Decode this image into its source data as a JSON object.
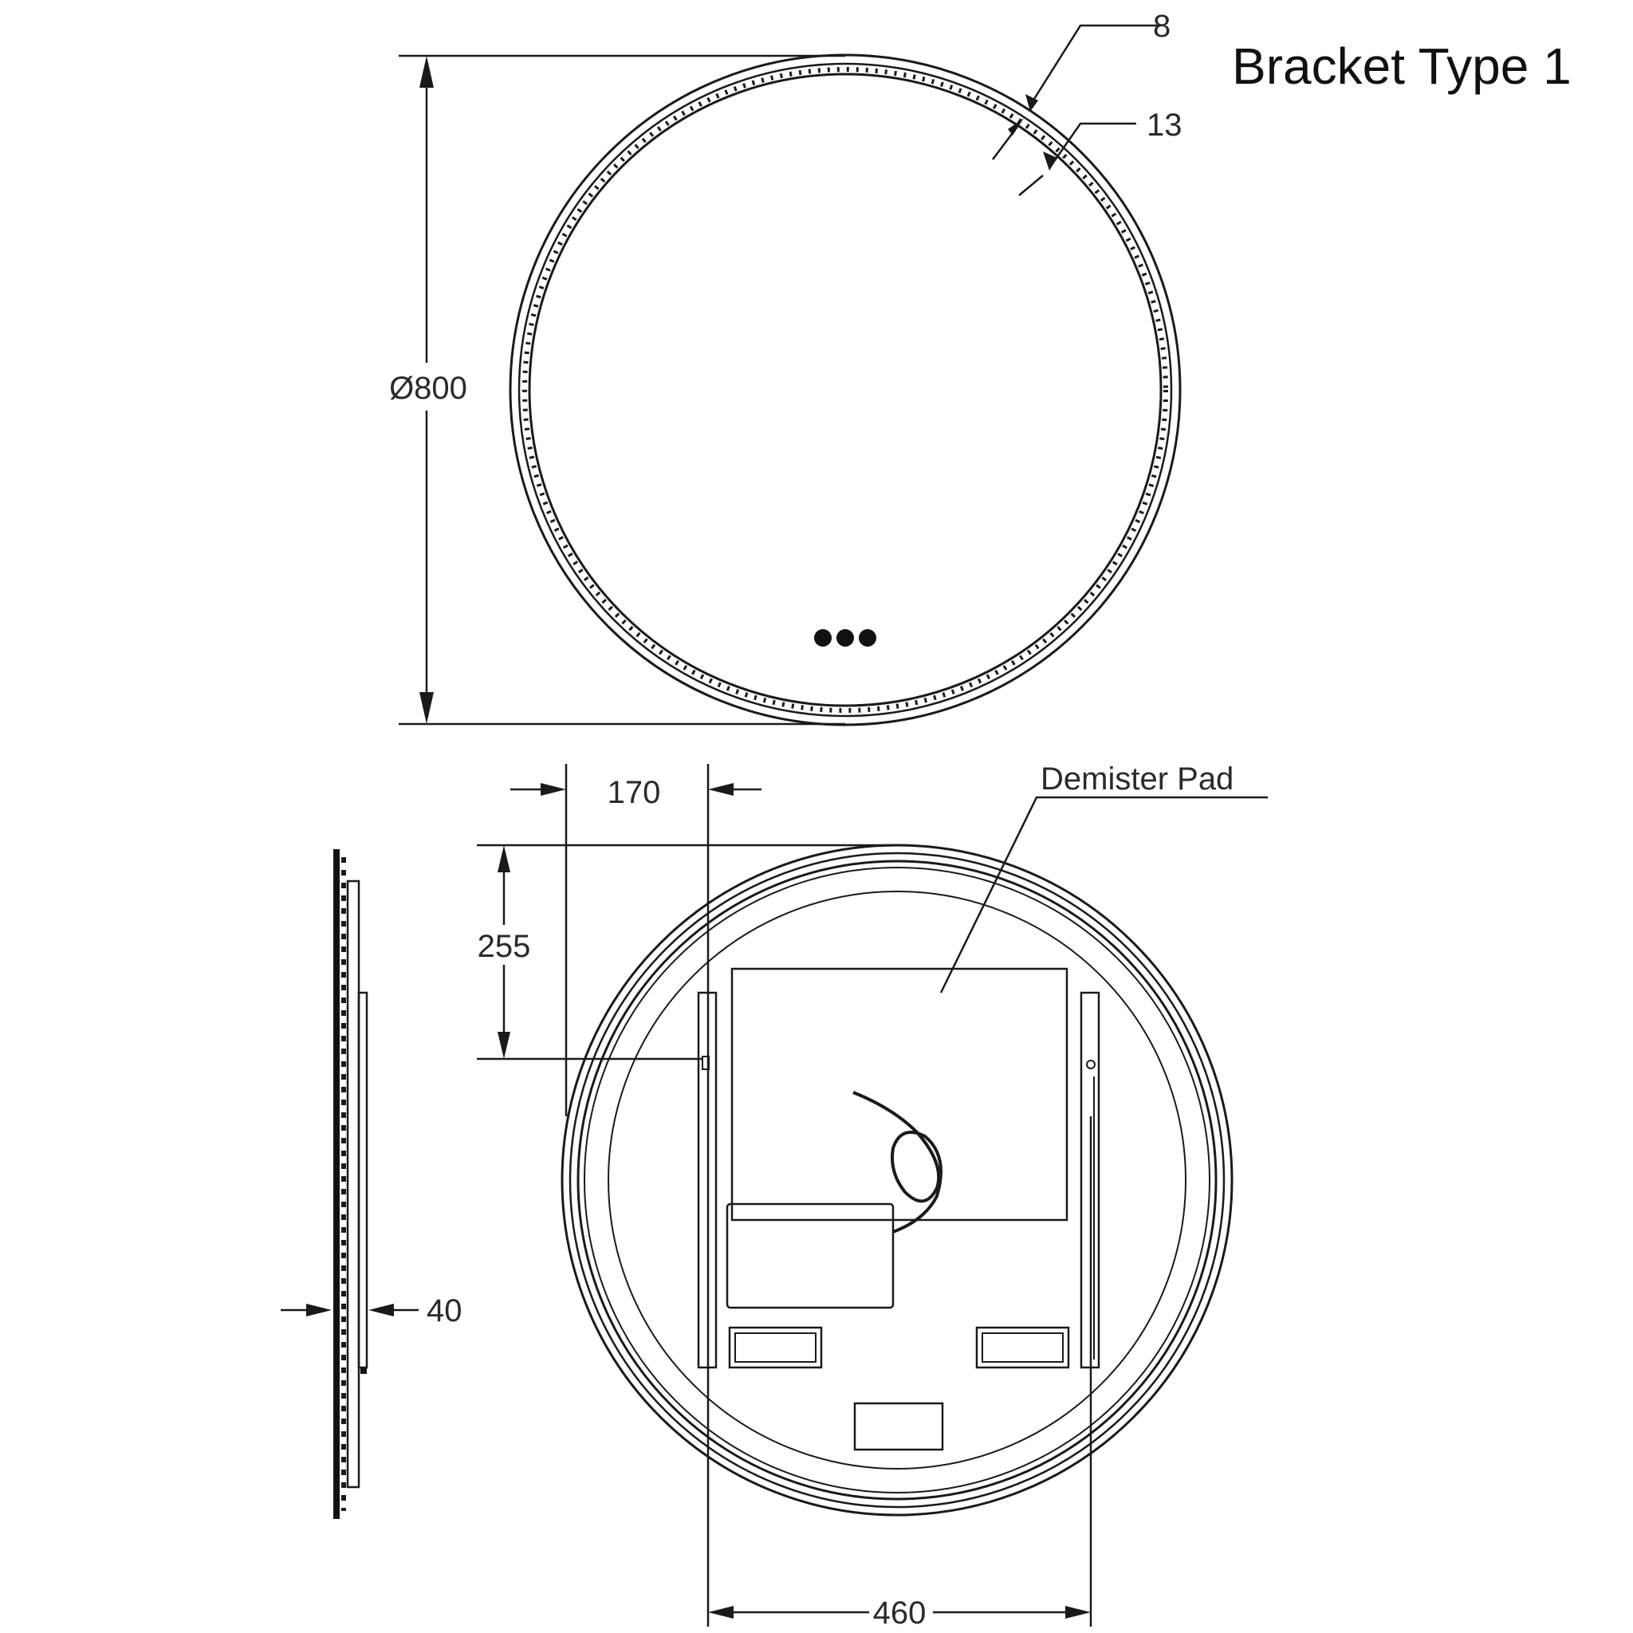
{
  "title": "Bracket Type 1",
  "dimensions": {
    "diameter": "Ø800",
    "frame_outer": "8",
    "frame_inner": "13",
    "bracket_offset_x": "170",
    "bracket_offset_y": "255",
    "depth": "40",
    "bracket_spacing": "460"
  },
  "callouts": {
    "demister": "Demister Pad"
  },
  "icons": {
    "touch_buttons": "three-dot-touch-sensor-icon"
  },
  "colors": {
    "line": "#1a1a1a",
    "background": "#ffffff"
  }
}
